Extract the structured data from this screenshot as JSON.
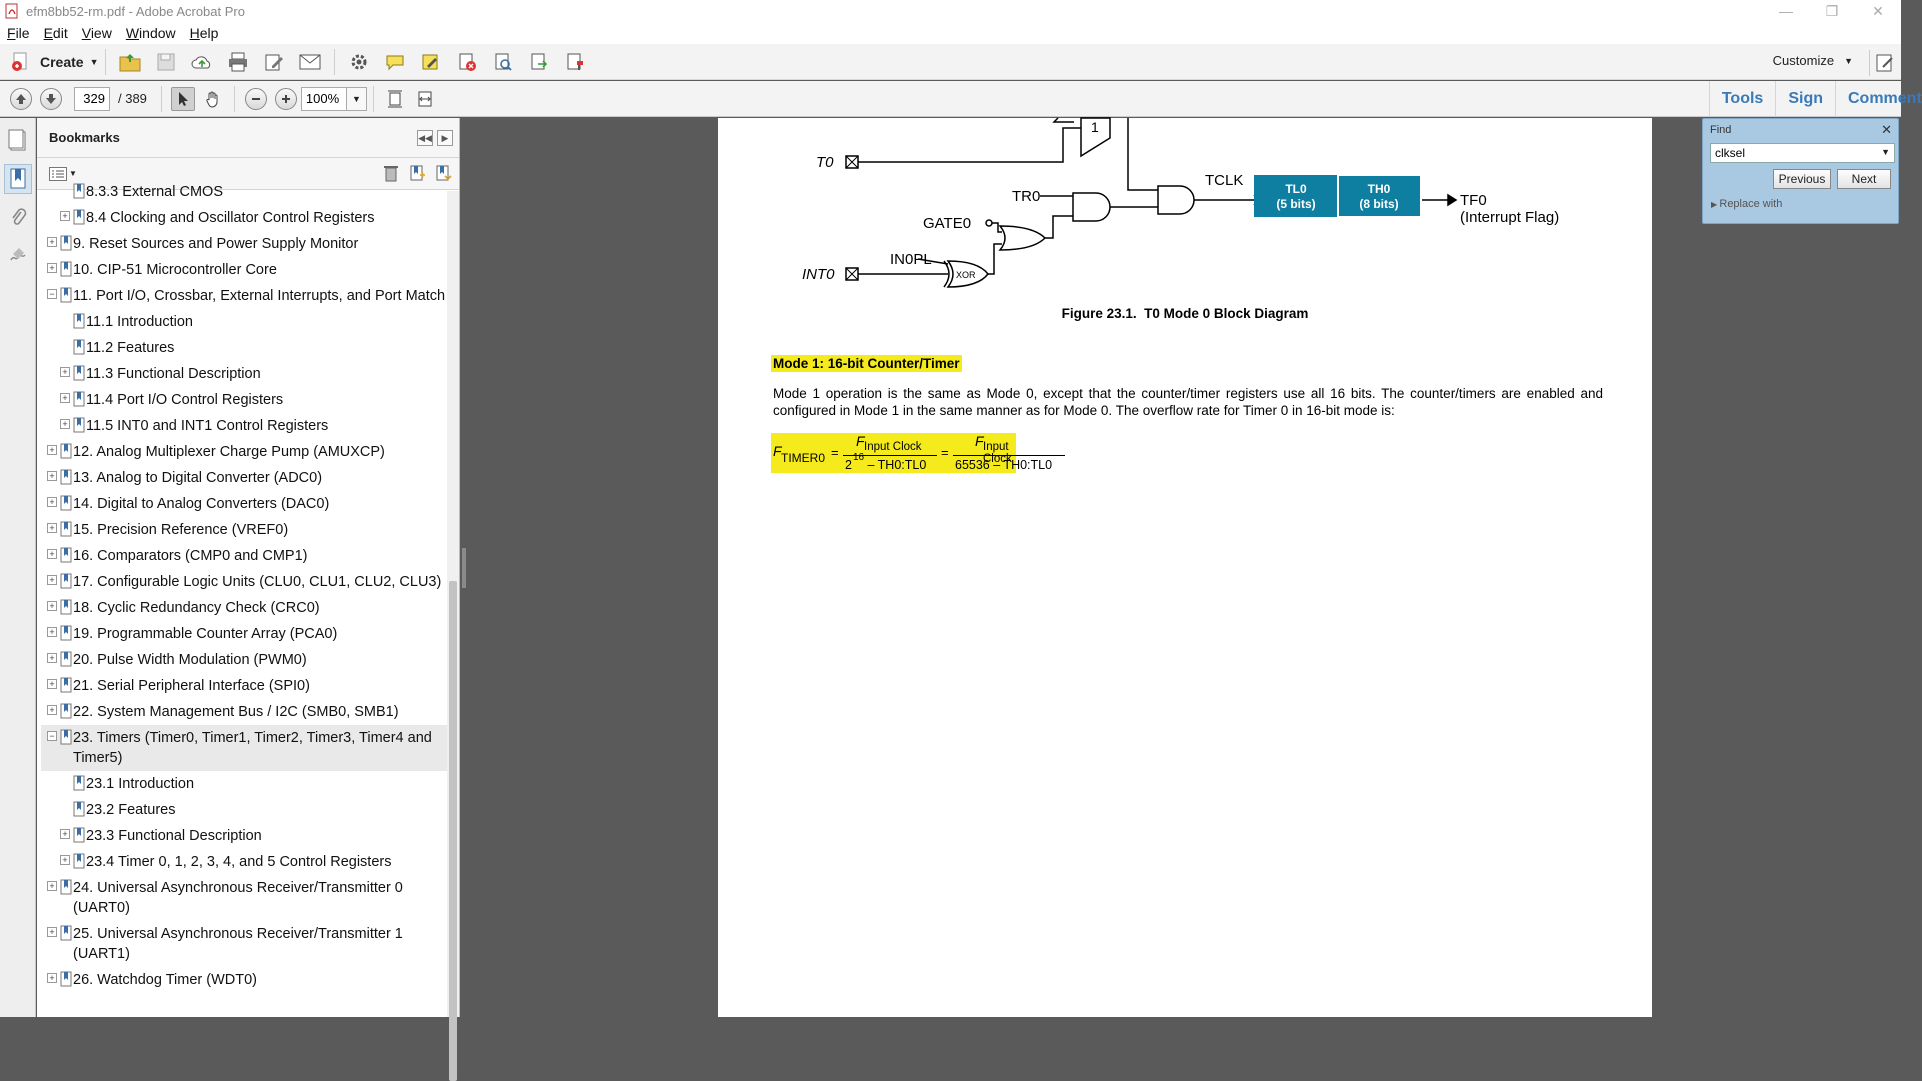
{
  "window": {
    "title": "efm8bb52-rm.pdf - Adobe Acrobat Pro",
    "minimize": "—",
    "restore": "❐",
    "close": "✕"
  },
  "menu": [
    "File",
    "Edit",
    "View",
    "Window",
    "Help"
  ],
  "toolbar": {
    "create_label": "Create",
    "customize_label": "Customize"
  },
  "nav": {
    "page_current": "329",
    "page_total": "/ 389",
    "zoom": "100%"
  },
  "right_tabs": [
    "Tools",
    "Sign",
    "Comment"
  ],
  "bookmarks": {
    "title": "Bookmarks",
    "items": [
      {
        "label": "8.3.3 External CMOS",
        "level": 2,
        "toggle": false
      },
      {
        "label": "8.4 Clocking and Oscillator Control Registers",
        "level": 2,
        "toggle": true
      },
      {
        "label": "9. Reset Sources and Power Supply Monitor",
        "level": 1,
        "toggle": true
      },
      {
        "label": "10. CIP-51 Microcontroller Core",
        "level": 1,
        "toggle": true
      },
      {
        "label": "11. Port I/O, Crossbar, External Interrupts, and Port Match",
        "level": 1,
        "toggle": true,
        "expanded": true
      },
      {
        "label": "11.1 Introduction",
        "level": 2,
        "toggle": false
      },
      {
        "label": "11.2 Features",
        "level": 2,
        "toggle": false
      },
      {
        "label": "11.3 Functional Description",
        "level": 2,
        "toggle": true
      },
      {
        "label": "11.4 Port I/O Control Registers",
        "level": 2,
        "toggle": true
      },
      {
        "label": "11.5 INT0 and INT1 Control Registers",
        "level": 2,
        "toggle": true
      },
      {
        "label": "12. Analog Multiplexer Charge Pump (AMUXCP)",
        "level": 1,
        "toggle": true
      },
      {
        "label": "13. Analog to Digital Converter (ADC0)",
        "level": 1,
        "toggle": true
      },
      {
        "label": "14. Digital to Analog Converters (DAC0)",
        "level": 1,
        "toggle": true
      },
      {
        "label": "15. Precision Reference (VREF0)",
        "level": 1,
        "toggle": true
      },
      {
        "label": "16. Comparators (CMP0 and CMP1)",
        "level": 1,
        "toggle": true
      },
      {
        "label": "17. Configurable Logic Units (CLU0, CLU1, CLU2, CLU3)",
        "level": 1,
        "toggle": true
      },
      {
        "label": "18. Cyclic Redundancy Check (CRC0)",
        "level": 1,
        "toggle": true
      },
      {
        "label": "19. Programmable Counter Array (PCA0)",
        "level": 1,
        "toggle": true
      },
      {
        "label": "20. Pulse Width Modulation (PWM0)",
        "level": 1,
        "toggle": true
      },
      {
        "label": "21. Serial Peripheral Interface (SPI0)",
        "level": 1,
        "toggle": true
      },
      {
        "label": "22. System Management Bus / I2C (SMB0, SMB1)",
        "level": 1,
        "toggle": true
      },
      {
        "label": "23. Timers (Timer0, Timer1, Timer2, Timer3, Timer4 and Timer5)",
        "level": 1,
        "toggle": true,
        "expanded": true,
        "selected": true
      },
      {
        "label": "23.1 Introduction",
        "level": 2,
        "toggle": false
      },
      {
        "label": "23.2 Features",
        "level": 2,
        "toggle": false
      },
      {
        "label": "23.3 Functional Description",
        "level": 2,
        "toggle": true
      },
      {
        "label": "23.4 Timer 0, 1, 2, 3, 4, and 5 Control Registers",
        "level": 2,
        "toggle": true
      },
      {
        "label": "24. Universal Asynchronous Receiver/Transmitter 0 (UART0)",
        "level": 1,
        "toggle": true
      },
      {
        "label": "25. Universal Asynchronous Receiver/Transmitter 1 (UART1)",
        "level": 1,
        "toggle": true
      },
      {
        "label": "26. Watchdog Timer (WDT0)",
        "level": 1,
        "toggle": true
      }
    ]
  },
  "diagram": {
    "t0": "T0",
    "int0": "INT0",
    "tr0": "TR0",
    "gate0": "GATE0",
    "in0pl": "IN0PL",
    "xor": "XOR",
    "mux_one": "1",
    "tclk": "TCLK",
    "tl0_name": "TL0",
    "tl0_bits": "(5 bits)",
    "th0_name": "TH0",
    "th0_bits": "(8 bits)",
    "tf0": "TF0",
    "tf0_sub": "(Interrupt Flag)",
    "caption": "Figure 23.1.  T0 Mode 0 Block Diagram",
    "block_color": "#0e7fa0"
  },
  "section": {
    "heading": "Mode 1: 16-bit Counter/Timer",
    "paragraph": "Mode 1 operation is the same as Mode 0, except that the counter/timer registers use all 16 bits. The counter/timers are enabled and configured in Mode 1 in the same manner as for Mode 0. The overflow rate for Timer 0 in 16-bit mode is:",
    "highlight_color": "#f5eb1c"
  },
  "formula": {
    "f": "F",
    "lhs_sub": "TIMER0",
    "eq": "=",
    "num_sub": "Input Clock",
    "den1_base": "2",
    "den1_exp": "16",
    "den1_rest": " – TH0:TL0",
    "den2": "65536 – TH0:TL0"
  },
  "find": {
    "label": "Find",
    "close": "✕",
    "value": "clksel",
    "previous": "Previous",
    "next": "Next",
    "replace": "Replace with"
  }
}
